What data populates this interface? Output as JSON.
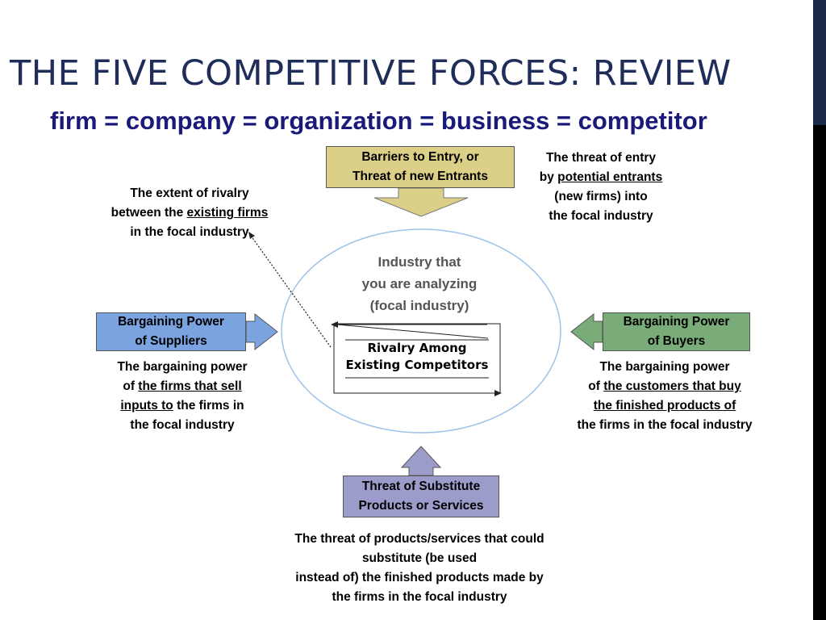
{
  "title": "THE FIVE COMPETITIVE FORCES: REVIEW",
  "subtitle": "firm = company = organization = business = competitor",
  "diagram": {
    "center": {
      "line1": "Industry that",
      "line2": "you are analyzing",
      "line3": "(focal industry)"
    },
    "rivalry": {
      "line1": "Rivalry Among",
      "line2": "Existing Competitors"
    },
    "entry_box": {
      "line1": "Barriers to Entry, or",
      "line2": "Threat of new Entrants"
    },
    "suppliers_box": {
      "line1": "Bargaining Power",
      "line2": "of Suppliers"
    },
    "buyers_box": {
      "line1": "Bargaining Power",
      "line2": "of Buyers"
    },
    "substitutes_box": {
      "line1": "Threat of Substitute",
      "line2": "Products or Services"
    }
  },
  "notes": {
    "rivalry": {
      "line1": "The extent of rivalry",
      "line2_pre": "between the ",
      "line2_u": "existing firms",
      "line3": "in the focal industry"
    },
    "entry": {
      "line1": "The threat of entry",
      "line2_pre": "by ",
      "line2_u": "potential entrants",
      "line3": "(new firms) into",
      "line4": "the focal industry"
    },
    "suppliers": {
      "line1": "The bargaining power",
      "line2_pre": "of ",
      "line2_u": "the firms that sell",
      "line3_u": "inputs to",
      "line3_post": " the firms in",
      "line4": "the focal industry"
    },
    "buyers": {
      "line1": "The bargaining power",
      "line2_pre": "of ",
      "line2_u": "the customers that buy",
      "line3_u": "the finished products of",
      "line4": "the firms in the focal industry"
    },
    "substitutes": {
      "line1": "The threat of products/services that could",
      "line2": "substitute (be used",
      "line3": "instead of) the finished products made by",
      "line4": "the firms in the focal industry"
    }
  },
  "colors": {
    "entry": "#dcd088",
    "suppliers": "#7aa3e0",
    "buyers": "#7aac7a",
    "substitutes": "#9c9ccb",
    "circle": "#9ec3ea",
    "title": "#1f2d5a",
    "subtitle": "#1a1a7a"
  }
}
